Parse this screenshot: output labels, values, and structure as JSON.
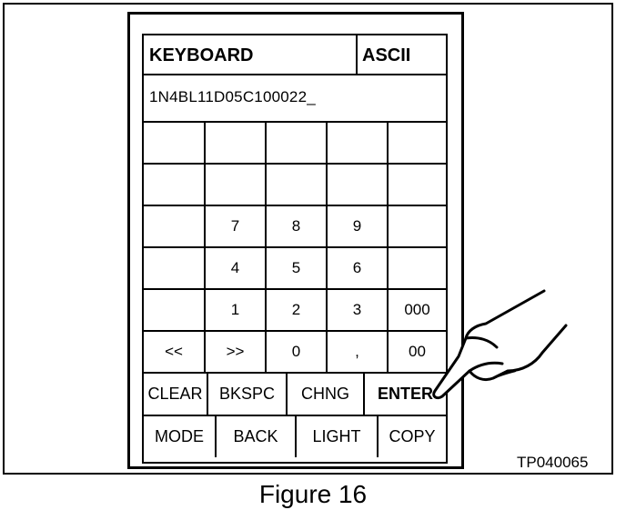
{
  "header": {
    "title": "KEYBOARD",
    "mode": "ASCII"
  },
  "entry": {
    "value": "1N4BL11D05C100022_"
  },
  "keypad": {
    "rows": [
      [
        "",
        "",
        "",
        "",
        ""
      ],
      [
        "",
        "",
        "",
        "",
        ""
      ],
      [
        "",
        "7",
        "8",
        "9",
        ""
      ],
      [
        "",
        "4",
        "5",
        "6",
        ""
      ],
      [
        "",
        "1",
        "2",
        "3",
        "000"
      ],
      [
        "<<",
        ">>",
        "0",
        ",",
        "00"
      ]
    ]
  },
  "function_row_1": [
    "CLEAR",
    "BKSPC",
    "CHNG",
    "ENTER"
  ],
  "function_row_2": [
    "MODE",
    "BACK",
    "LIGHT",
    "COPY"
  ],
  "figure": {
    "code": "TP040065",
    "caption": "Figure 16"
  },
  "icons": {
    "hand": "pointing-hand-icon"
  }
}
